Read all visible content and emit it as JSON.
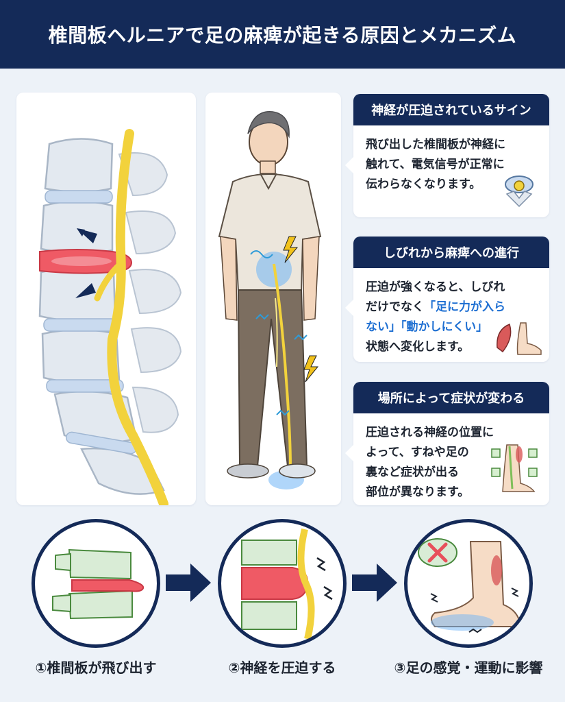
{
  "header": {
    "title": "椎間板ヘルニアで足の麻痺が起きる原因とメカニズム"
  },
  "cards": [
    {
      "title": "神経が圧迫されているサイン",
      "lines": [
        "飛び出した椎間板が神経に",
        "触れて、電気信号が正常に",
        "伝わらなくなります。"
      ],
      "icon": "spine-cross-section-icon"
    },
    {
      "title": "しびれから麻痺への進行",
      "line1": "圧迫が強くなると、しびれ",
      "line2_plain": "だけでなく",
      "line2_hl": "「足に力が入ら",
      "line3_hl": "ない」「動かしにくい」",
      "line4": "状態へ変化します。",
      "icon": "muscle-foot-icon"
    },
    {
      "title": "場所によって症状が変わる",
      "lines": [
        "圧迫される神経の位置に",
        "よって、すねや足の",
        "裏など症状が出る",
        "部位が異なります。"
      ],
      "icon": "leg-nerve-map-icon"
    }
  ],
  "steps": [
    {
      "label": "①椎間板が飛び出す"
    },
    {
      "label": "②神経を圧迫する"
    },
    {
      "label": "③足の感覚・運動に影響"
    }
  ],
  "colors": {
    "navy": "#142a58",
    "highlight": "#1e6fd2",
    "disc_red": "#e8505b",
    "nerve_yellow": "#f2d23c",
    "bone": "#dfe6ee"
  }
}
